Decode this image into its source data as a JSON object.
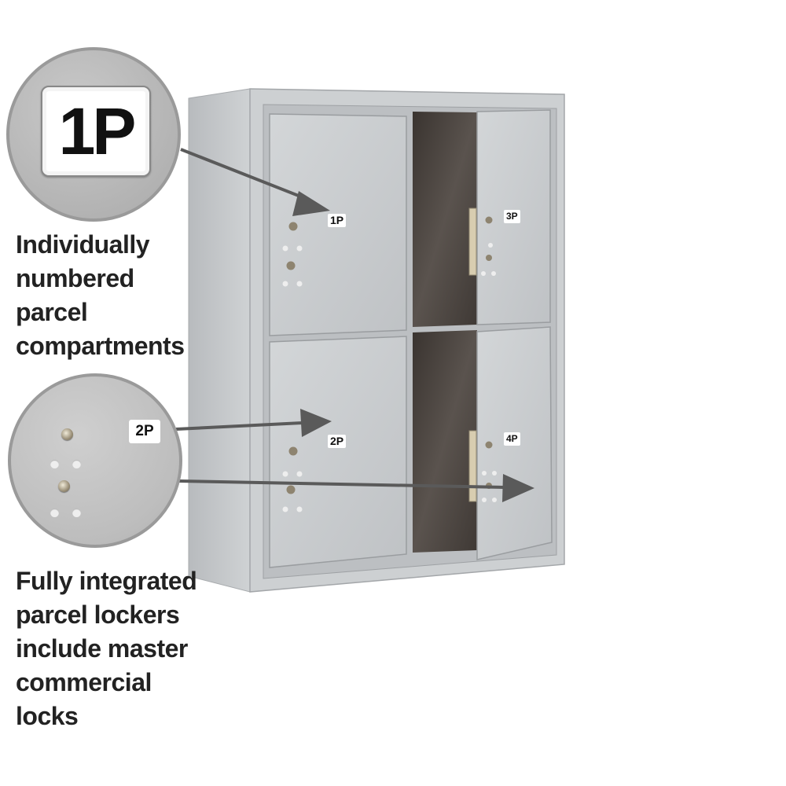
{
  "callouts": {
    "numbered": {
      "caption": "Individually\nnumbered\nparcel\ncompartments",
      "zoom_label": "1P"
    },
    "locks": {
      "caption": "Fully integrated\nparcel lockers\ninclude master\ncommercial\nlocks",
      "zoom_label": "2P"
    }
  },
  "doors": [
    {
      "label": "1P",
      "state": "closed"
    },
    {
      "label": "2P",
      "state": "closed"
    },
    {
      "label": "3P",
      "state": "open"
    },
    {
      "label": "4P",
      "state": "open"
    }
  ],
  "colors": {
    "cabinet": "#c4c7ca",
    "interior": "#4b4541",
    "arrow": "#5a5a5a",
    "caption_text": "#222222"
  }
}
